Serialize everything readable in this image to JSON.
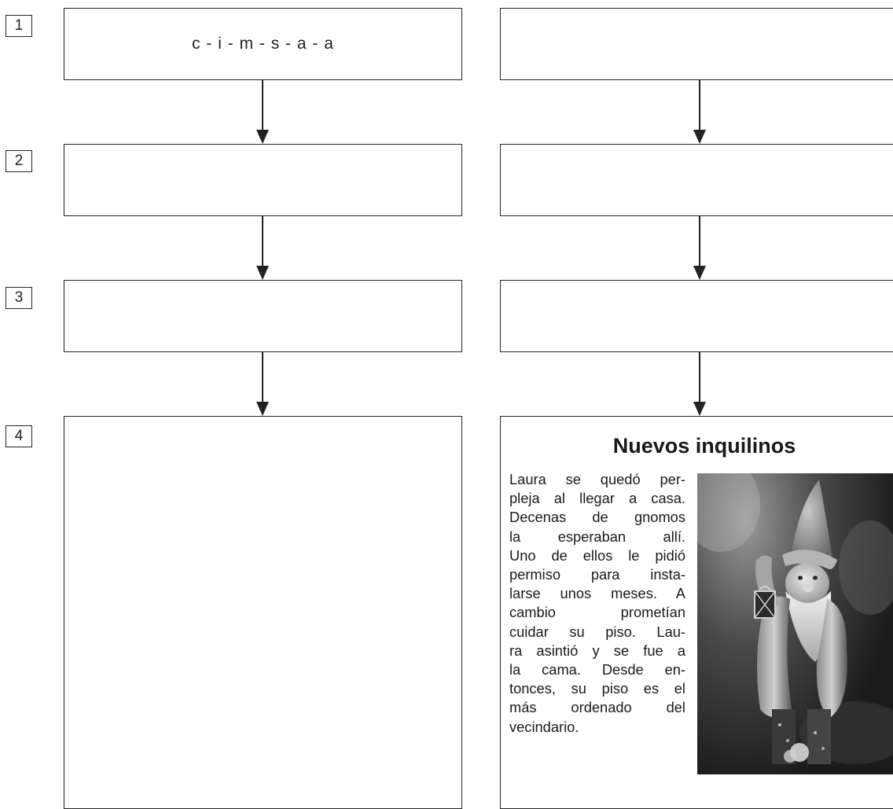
{
  "step_numbers": [
    "1",
    "2",
    "3",
    "4"
  ],
  "left_column": {
    "box1_text": "c - i - m - s - a - a"
  },
  "story": {
    "title": "Nuevos inquilinos",
    "lines": [
      "Laura se quedó per-",
      "pleja al llegar a casa.",
      "Decenas de gnomos",
      "la esperaban allí.",
      "Uno de ellos le pidió",
      "permiso para insta-",
      "larse unos meses. A",
      "cambio prometían",
      "cuidar su piso. Lau-",
      "ra asintió y se fue a",
      "la cama. Desde en-",
      "tonces, su piso es el",
      "más ordenado del",
      "vecindario."
    ],
    "photo_icon": "garden-gnome-photo"
  }
}
